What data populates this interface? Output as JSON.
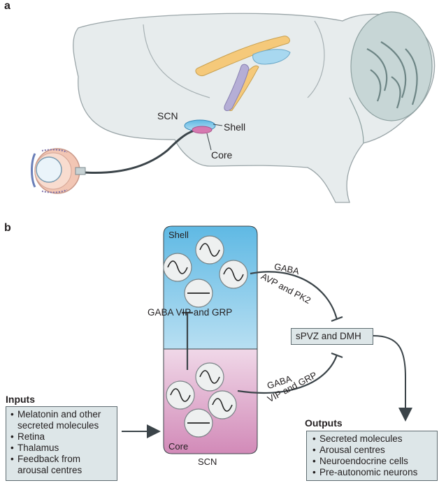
{
  "panel_a": {
    "label": "a",
    "labels": {
      "scn": "SCN",
      "shell": "Shell",
      "core": "Core"
    }
  },
  "panel_b": {
    "label": "b",
    "scn_box": {
      "shell": "Shell",
      "core": "Core",
      "caption": "SCN"
    },
    "arrows": {
      "shell_to_target_1": "GABA",
      "shell_to_target_2": "AVP and PK2",
      "core_to_shell": "GABA VIP and GRP",
      "core_to_target_1": "GABA",
      "core_to_target_2": "VIP and GRP"
    },
    "target": "sPVZ and DMH",
    "inputs": {
      "title": "Inputs",
      "items": [
        [
          "Melatonin and other",
          "secreted molecules"
        ],
        [
          "Retina"
        ],
        [
          "Thalamus"
        ],
        [
          "Feedback from",
          "arousal centres"
        ]
      ]
    },
    "outputs": {
      "title": "Outputs",
      "items": [
        "Secreted molecules",
        "Arousal centres",
        "Neuroendocrine cells",
        "Pre-autonomic neurons"
      ]
    }
  },
  "colors": {
    "brain_fill": "#e8eded",
    "brain_stroke": "#9aa5a8",
    "shell_blue": "#5fbde6",
    "core_pink": "#d88bb8",
    "dark_line": "#3b4449",
    "box_fill": "#dde6e8"
  }
}
